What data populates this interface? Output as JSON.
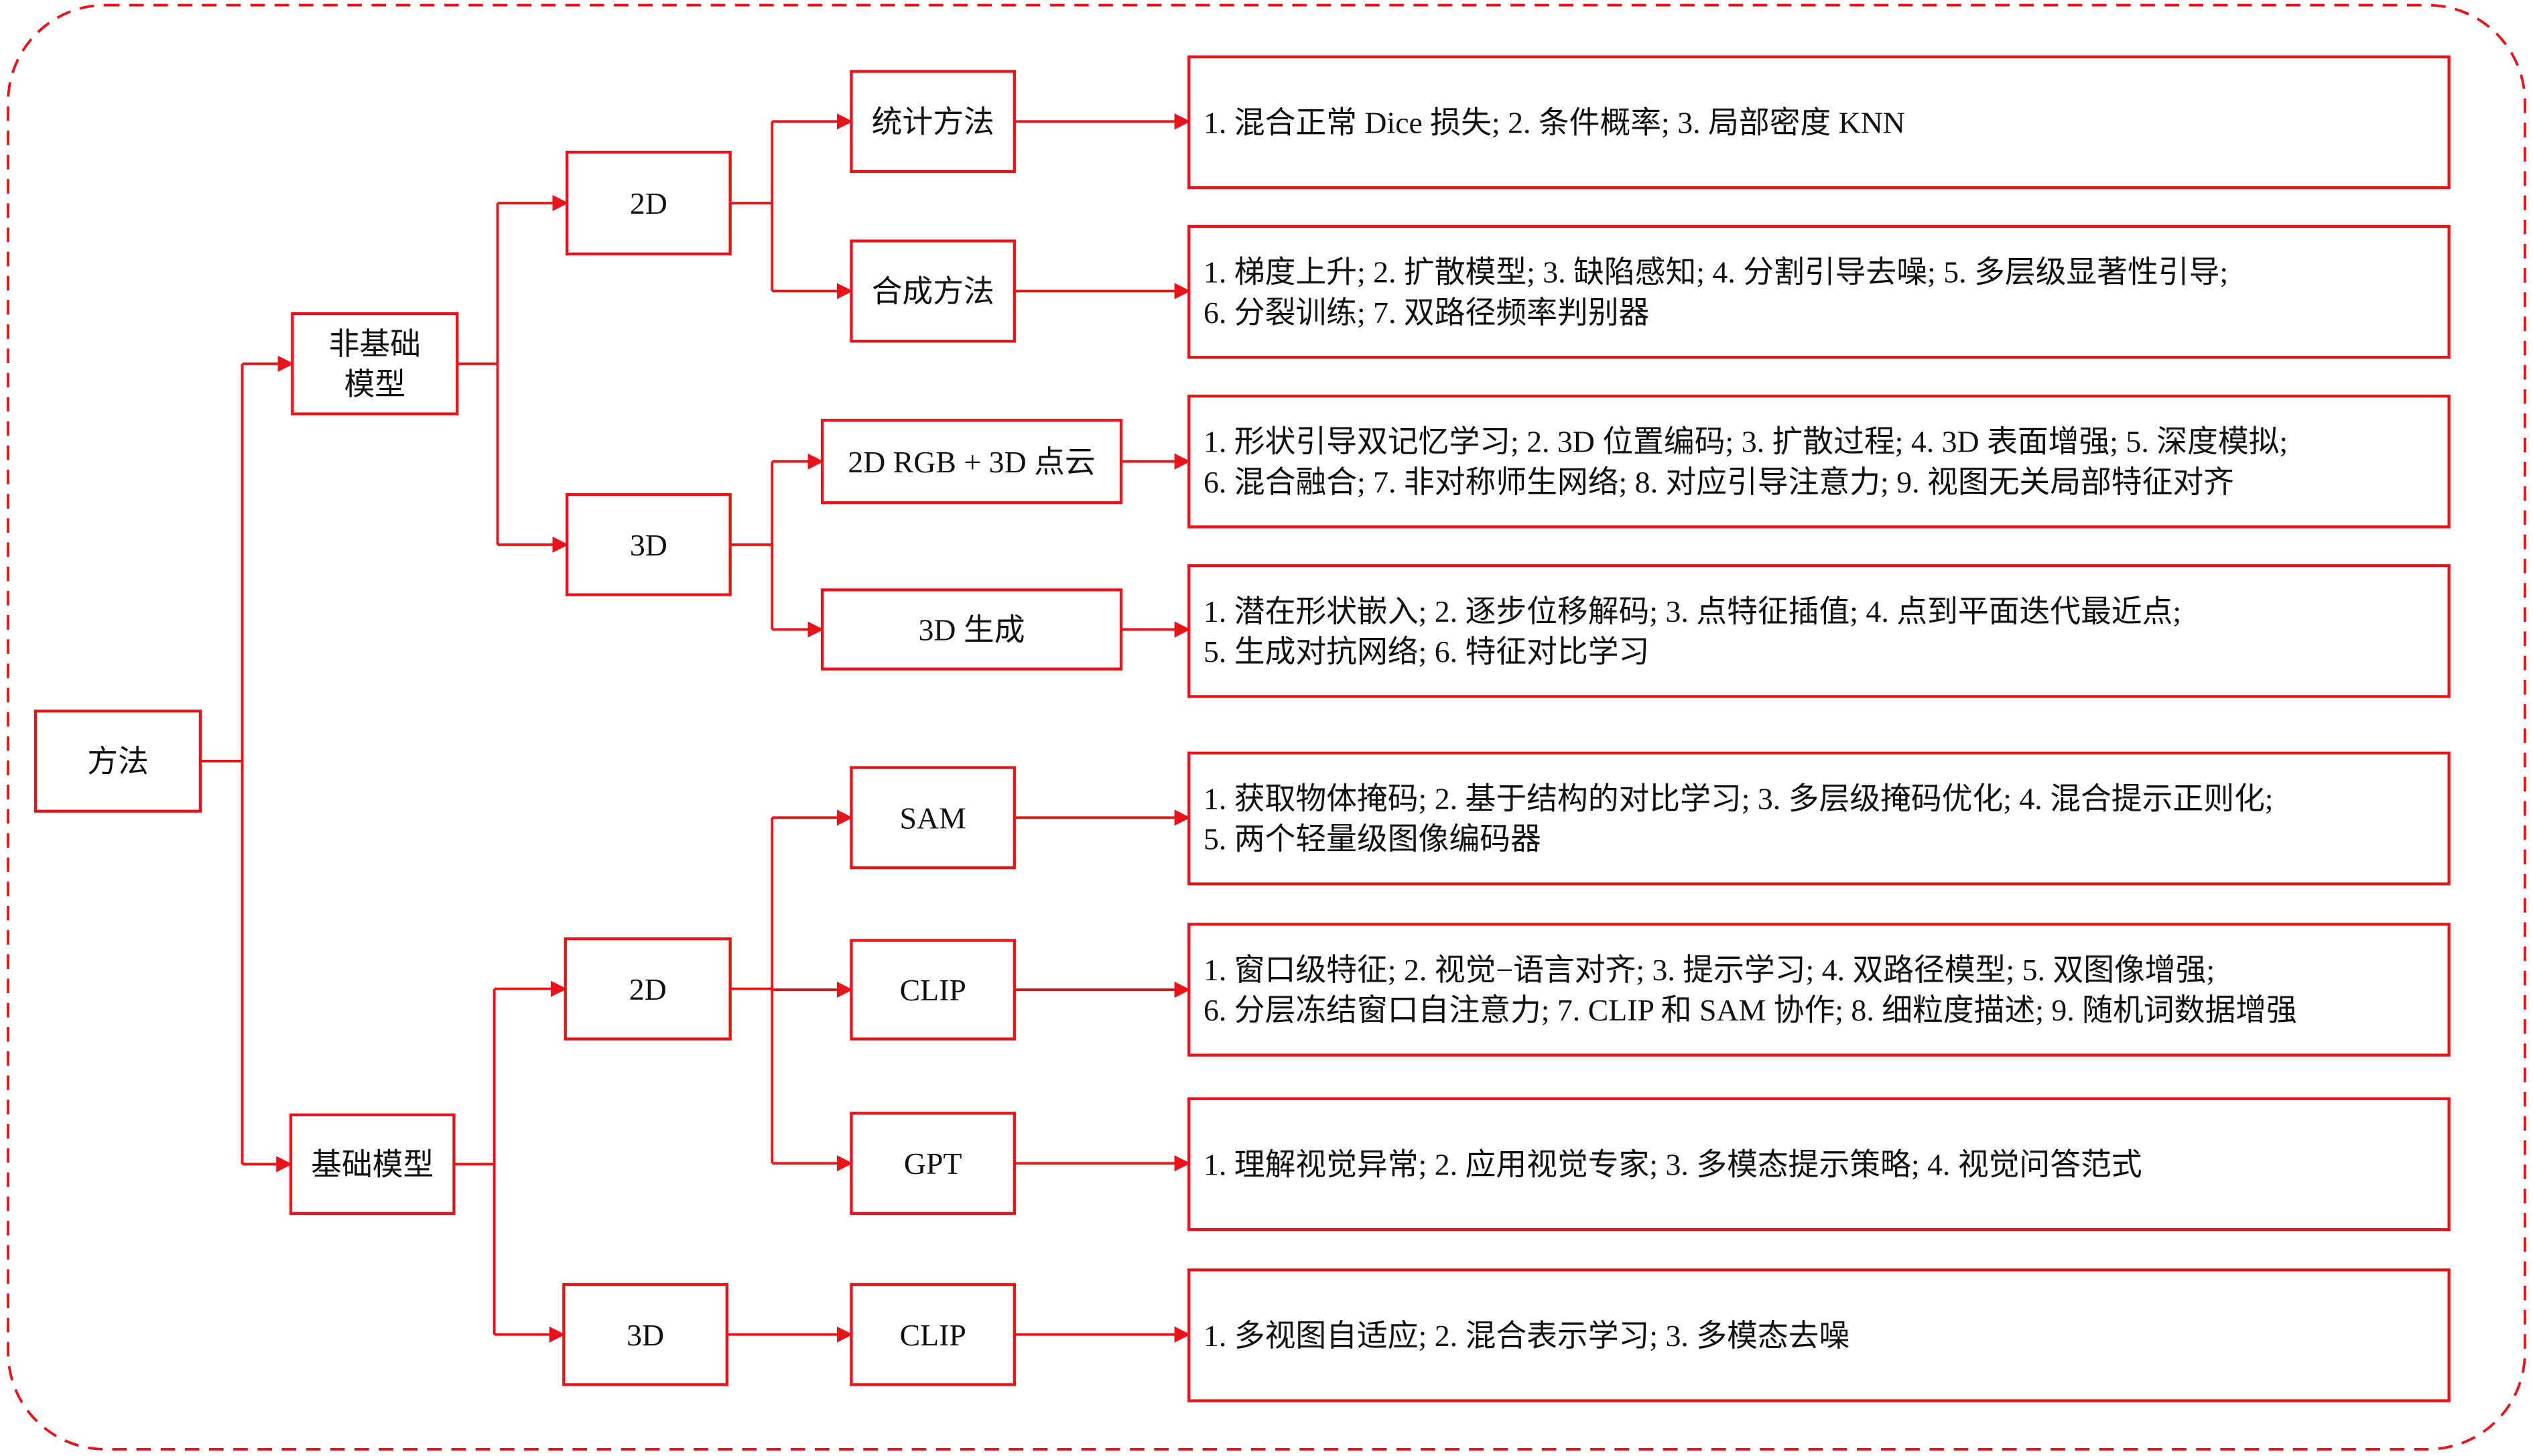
{
  "colors": {
    "line": "#e8141b",
    "text": "#111111",
    "background": "#ffffff"
  },
  "nodes": {
    "root": {
      "lines": [
        "方法"
      ]
    },
    "nonfoundation": {
      "lines": [
        "非基础",
        "模型"
      ]
    },
    "foundation": {
      "lines": [
        "基础模型"
      ]
    },
    "nf_2d": {
      "lines": [
        "2D"
      ]
    },
    "nf_3d": {
      "lines": [
        "3D"
      ]
    },
    "stat": {
      "lines": [
        "统计方法"
      ]
    },
    "synth": {
      "lines": [
        "合成方法"
      ]
    },
    "rgb3d": {
      "lines": [
        "2D RGB + 3D 点云"
      ]
    },
    "gen3d": {
      "lines": [
        "3D 生成"
      ]
    },
    "f_2d": {
      "lines": [
        "2D"
      ]
    },
    "f_3d": {
      "lines": [
        "3D"
      ]
    },
    "sam": {
      "lines": [
        "SAM"
      ]
    },
    "clip2d": {
      "lines": [
        "CLIP"
      ]
    },
    "gpt": {
      "lines": [
        "GPT"
      ]
    },
    "clip3d": {
      "lines": [
        "CLIP"
      ]
    },
    "d_stat": {
      "lines": [
        "1. 混合正常 Dice 损失; 2. 条件概率; 3. 局部密度 KNN"
      ]
    },
    "d_synth": {
      "lines": [
        "1. 梯度上升; 2. 扩散模型; 3. 缺陷感知; 4. 分割引导去噪; 5. 多层级显著性引导;",
        "6. 分裂训练; 7. 双路径频率判别器"
      ]
    },
    "d_rgb3d": {
      "lines": [
        "1. 形状引导双记忆学习; 2. 3D 位置编码; 3. 扩散过程; 4. 3D 表面增强; 5. 深度模拟;",
        "6. 混合融合; 7. 非对称师生网络; 8. 对应引导注意力; 9. 视图无关局部特征对齐"
      ]
    },
    "d_gen3d": {
      "lines": [
        "1. 潜在形状嵌入; 2. 逐步位移解码; 3. 点特征插值; 4. 点到平面迭代最近点;",
        "5. 生成对抗网络; 6. 特征对比学习"
      ]
    },
    "d_sam": {
      "lines": [
        "1. 获取物体掩码; 2. 基于结构的对比学习; 3. 多层级掩码优化; 4. 混合提示正则化;",
        "5. 两个轻量级图像编码器"
      ]
    },
    "d_clip2d": {
      "lines": [
        "1. 窗口级特征; 2. 视觉−语言对齐; 3. 提示学习; 4. 双路径模型; 5. 双图像增强;",
        "6. 分层冻结窗口自注意力; 7. CLIP 和 SAM 协作; 8. 细粒度描述; 9. 随机词数据增强"
      ]
    },
    "d_gpt": {
      "lines": [
        "1. 理解视觉异常; 2. 应用视觉专家; 3. 多模态提示策略; 4. 视觉问答范式"
      ]
    },
    "d_clip3d": {
      "lines": [
        "1. 多视图自适应; 2. 混合表示学习; 3. 多模态去噪"
      ]
    }
  }
}
